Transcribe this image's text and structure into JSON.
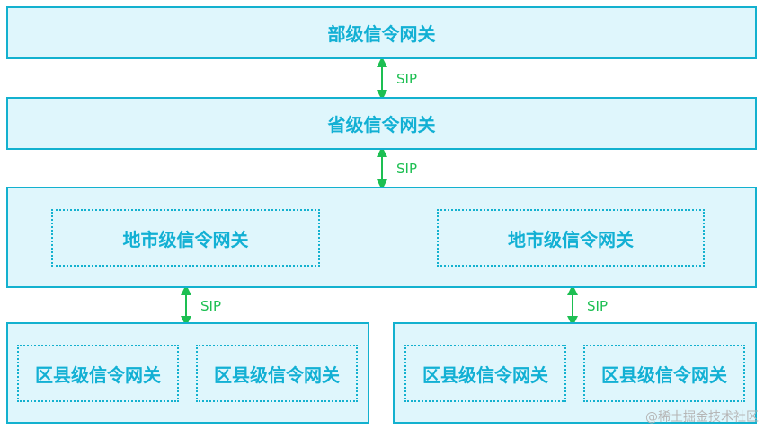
{
  "boxes": {
    "ministry": "部级信令网关",
    "province": "省级信令网关",
    "city_left": "地市级信令网关",
    "city_right": "地市级信令网关",
    "county_1": "区县级信令网关",
    "county_2": "区县级信令网关",
    "county_3": "区县级信令网关",
    "county_4": "区县级信令网关"
  },
  "links": {
    "ministry_province": "SIP",
    "province_city": "SIP",
    "city_county_left": "SIP",
    "city_county_right": "SIP"
  },
  "colors": {
    "border": "#13b1cf",
    "fill": "#dff6fc",
    "label": "#12b0d4",
    "arrow": "#1dbf52"
  },
  "watermark": "@稀土掘金技术社区"
}
